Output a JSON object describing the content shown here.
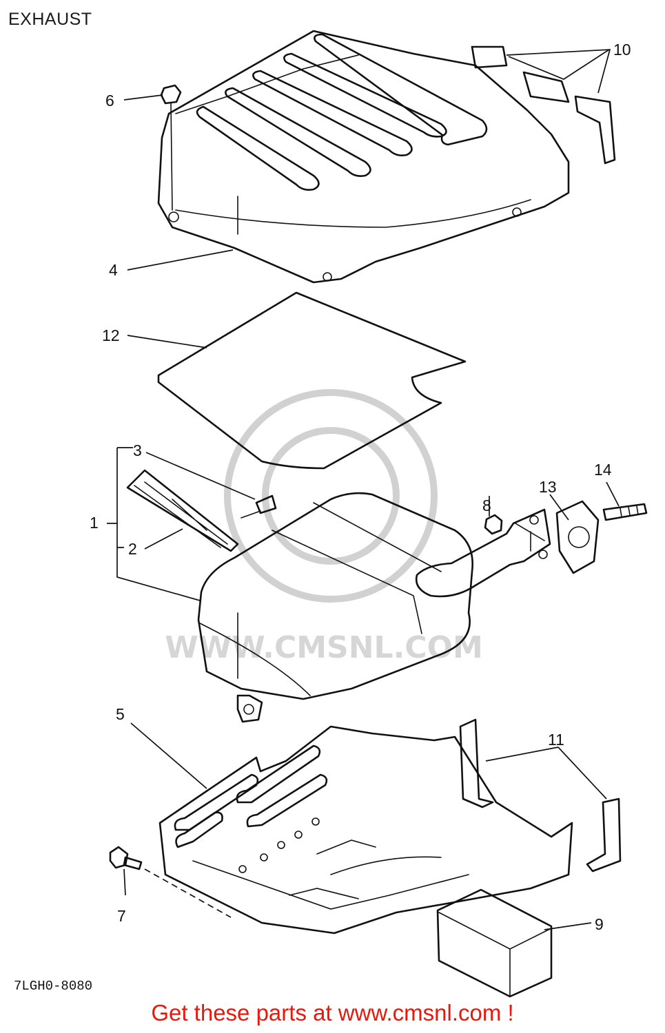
{
  "title": "EXHAUST",
  "callouts": [
    "1",
    "2",
    "3",
    "4",
    "5",
    "6",
    "7",
    "8",
    "9",
    "10",
    "11",
    "12",
    "13",
    "14"
  ],
  "drawing_code": "7LGH0-8080",
  "watermark": "WWW.CMSNL.COM",
  "footer": "Get these parts at www.cmsnl.com !"
}
